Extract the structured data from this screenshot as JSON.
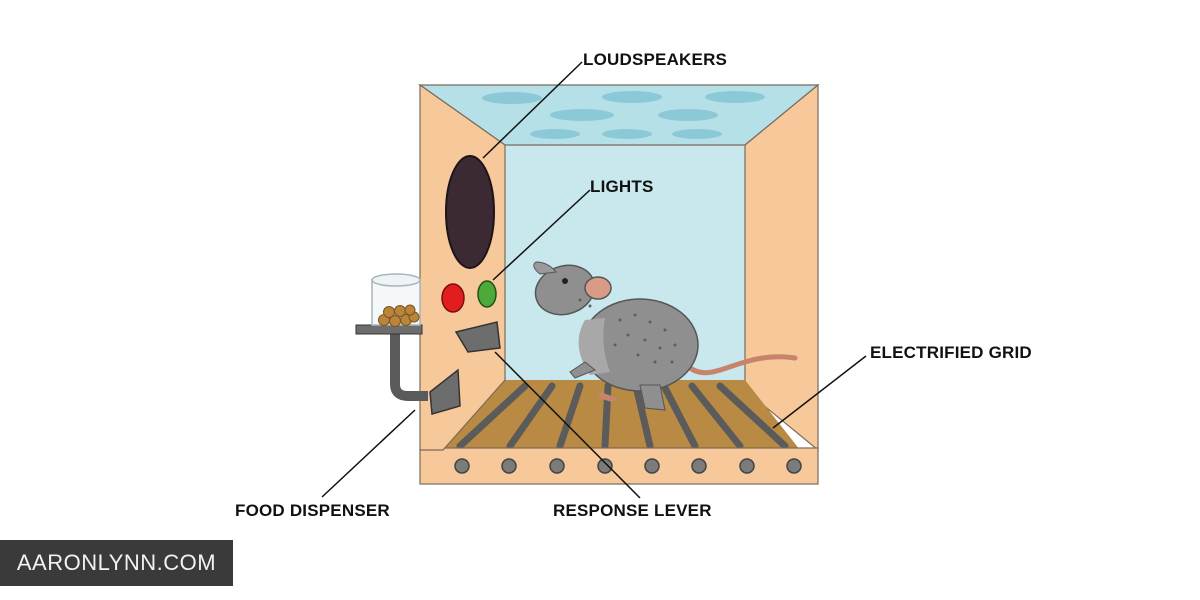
{
  "labels": {
    "loudspeakers": "LOUDSPEAKERS",
    "lights": "LIGHTS",
    "electrified_grid": "ELECTRIFIED GRID",
    "food_dispenser": "FOOD DISPENSER",
    "response_lever": "RESPONSE LEVER"
  },
  "watermark": "AARONLYNN.COM",
  "colors": {
    "box_wall": "#f7c99a",
    "box_back": "#c8e8ee",
    "box_ceiling": "#b6e0e8",
    "speaker": "#3b2a33",
    "light_red": "#e11d1d",
    "light_green": "#4caa3a",
    "grid_floor": "#b98a43",
    "grid_bar": "#5b5b5b",
    "rat": "#8f8f8f",
    "rat_tail": "#c8836d",
    "food_pellet": "#b9853b",
    "watermark_bg": "#3a3a3a"
  }
}
